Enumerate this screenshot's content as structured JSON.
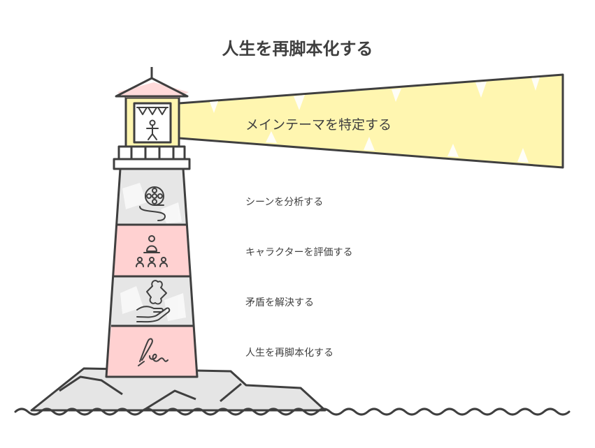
{
  "title": "人生を再脚本化する",
  "stages": [
    {
      "label": "メインテーマを特定する",
      "icon": "film-director-icon"
    },
    {
      "label": "シーンを分析する",
      "icon": "film-reel-icon"
    },
    {
      "label": "キャラクターを評価する",
      "icon": "audience-icon"
    },
    {
      "label": "矛盾を解決する",
      "icon": "puzzle-hand-icon"
    },
    {
      "label": "人生を再脚本化する",
      "icon": "signature-icon"
    }
  ],
  "colors": {
    "stroke": "#3f3f3f",
    "beam": "#fff6b0",
    "band_red": "#ffd1d1",
    "band_grey": "#e6e6e6",
    "rock": "#e5e5e5"
  }
}
